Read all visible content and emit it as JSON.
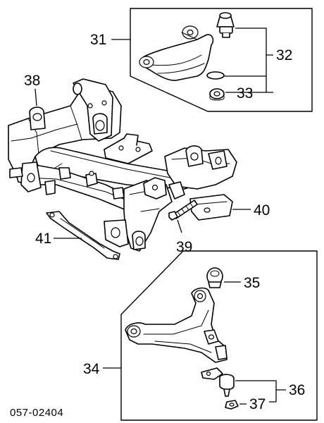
{
  "callouts": {
    "c31": "31",
    "c32": "32",
    "c33": "33",
    "c34": "34",
    "c35": "35",
    "c36": "36",
    "c37": "37",
    "c38": "38",
    "c39": "39",
    "c40": "40",
    "c41": "41"
  },
  "diagram_code": "057-02404"
}
